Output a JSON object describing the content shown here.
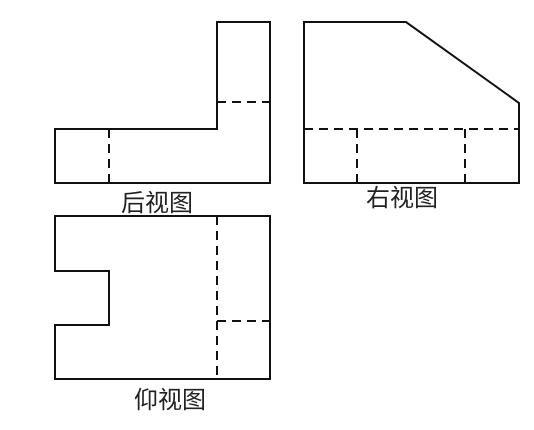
{
  "views": {
    "back": {
      "label": "后视图"
    },
    "right": {
      "label": "右视图"
    },
    "bottom": {
      "label": "仰视图"
    }
  },
  "colors": {
    "line": "#111111",
    "text": "#222222",
    "background": "#ffffff"
  }
}
